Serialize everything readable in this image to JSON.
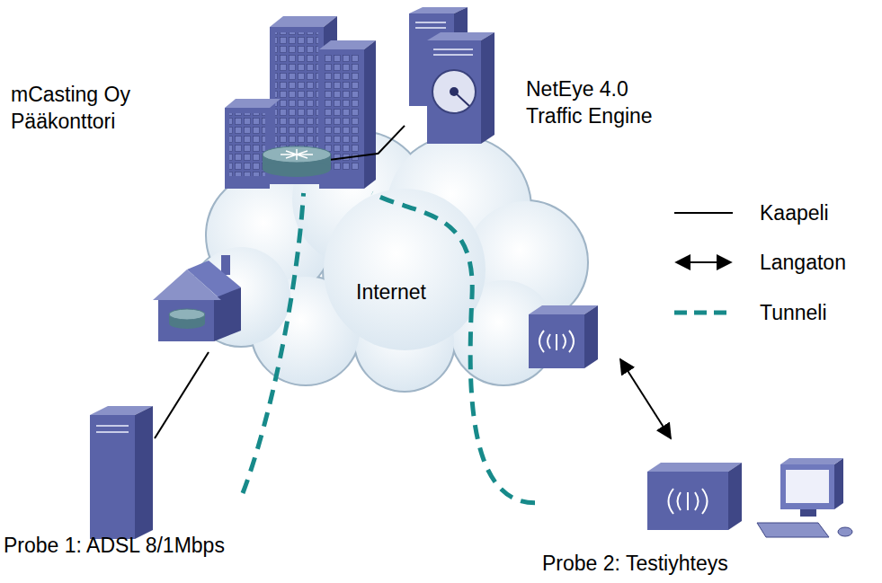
{
  "diagram": {
    "nodes": [
      {
        "text": [
          "mCasting Oy Pääkonttori"
        ]
      },
      {
        "text": [
          "NetEye 4.0 Traffic Engine"
        ]
      },
      {
        "text": [
          "Internet"
        ]
      },
      {
        "text": [
          "Probe 1: ADSL 8/1Mbps"
        ]
      },
      {
        "text": [
          "Probe 2: Testiyhteys"
        ]
      }
    ],
    "edges": [
      {
        "from": 0,
        "to": 1,
        "arrow": "none"
      },
      {
        "from": 3,
        "to": 0,
        "arrow": "none"
      },
      {
        "from": 4,
        "to": 0,
        "arrow": "none"
      }
    ],
    "legend": [
      {
        "text": "Kaapeli"
      },
      {
        "text": "Langaton"
      },
      {
        "text": "Tunneli"
      }
    ]
  }
}
